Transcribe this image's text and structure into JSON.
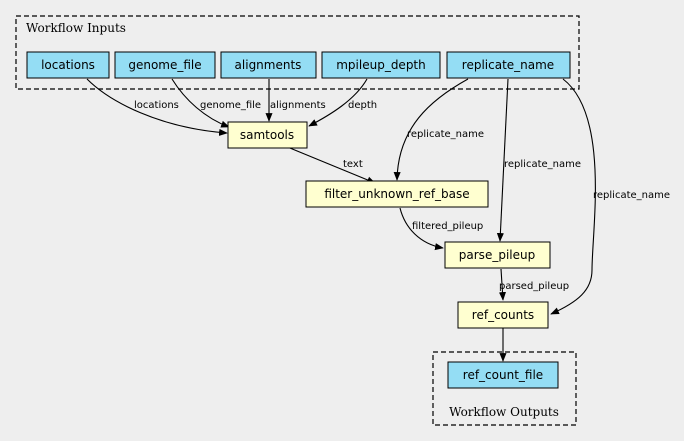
{
  "clusters": {
    "inputs_label": "Workflow Inputs",
    "outputs_label": "Workflow Outputs"
  },
  "inputs": {
    "locations": "locations",
    "genome_file": "genome_file",
    "alignments": "alignments",
    "mpileup_depth": "mpileup_depth",
    "replicate_name": "replicate_name"
  },
  "steps": {
    "samtools": "samtools",
    "filter_unknown_ref_base": "filter_unknown_ref_base",
    "parse_pileup": "parse_pileup",
    "ref_counts": "ref_counts"
  },
  "outputs": {
    "ref_count_file": "ref_count_file"
  },
  "edges": {
    "locations_samtools": "locations",
    "genome_samtools": "genome_file",
    "alignments_samtools": "alignments",
    "depth_samtools": "depth",
    "samtools_filter": "text",
    "replicate_filter": "replicate_name",
    "replicate_parse": "replicate_name",
    "replicate_refcounts": "replicate_name",
    "filter_parse": "filtered_pileup",
    "parse_refcounts": "parsed_pileup"
  },
  "colors": {
    "input_fill": "#94ddf4",
    "step_fill": "#ffffd0",
    "background": "#eeeeee"
  }
}
